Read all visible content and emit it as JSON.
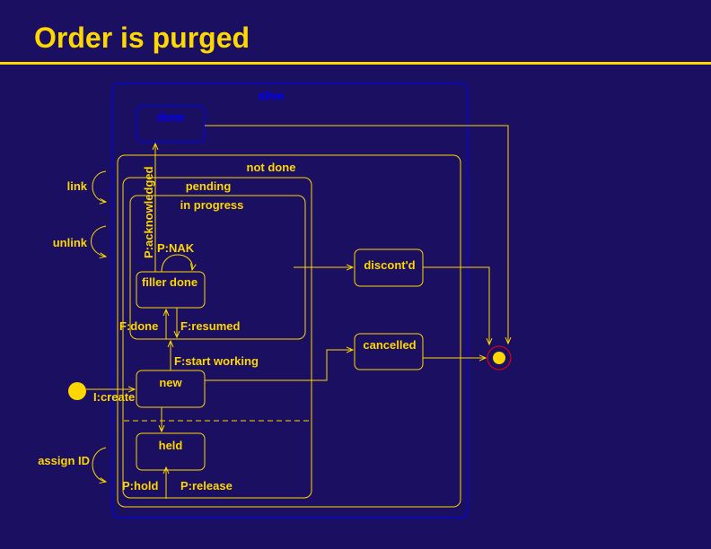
{
  "title": "Order is purged",
  "states": {
    "alive": "alive",
    "done": "done",
    "not_done": "not done",
    "pending": "pending",
    "in_progress": "in progress",
    "filler_done": "filler done",
    "new": "new",
    "held": "held",
    "discontd": "discont'd",
    "cancelled": "cancelled"
  },
  "transitions": {
    "link": "link",
    "unlink": "unlink",
    "assign_id": "assign ID",
    "i_create": "I:create",
    "p_acknowledged": "P:acknowledged",
    "p_nak": "P:NAK",
    "f_done": "F:done",
    "f_resumed": "F:resumed",
    "f_start_working": "F:start working",
    "p_hold": "P:hold",
    "p_release": "P:release"
  },
  "colors": {
    "background": "#1a0f60",
    "foreground": "#ffd700",
    "alive_state": "#0000ff",
    "final_ring": "#ff0000"
  }
}
